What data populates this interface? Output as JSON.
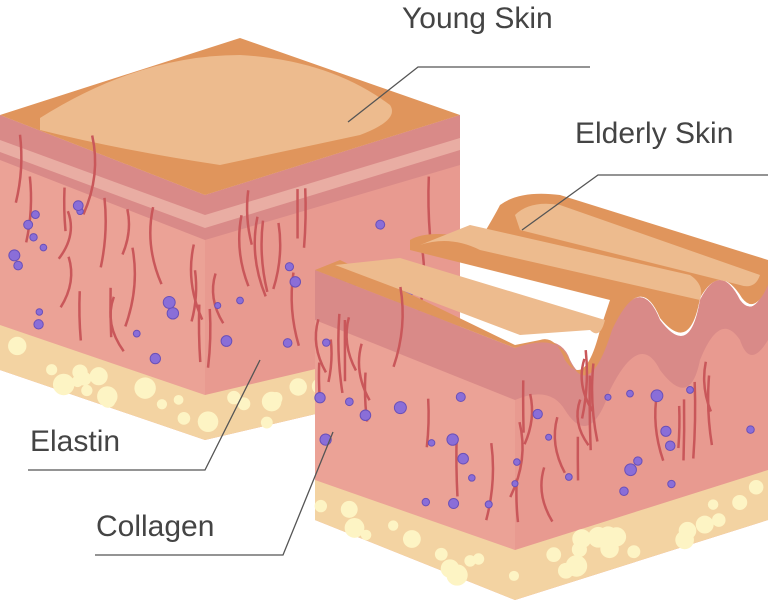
{
  "labels": {
    "young_skin": "Young Skin",
    "elderly_skin": "Elderly Skin",
    "elastin": "Elastin",
    "collagen": "Collagen"
  },
  "colors": {
    "epidermis_dark": "#e0955c",
    "epidermis_light": "#edbb8e",
    "dermis": "#eba296",
    "dermis_band": "#d98a88",
    "fat": "#f3d3a2",
    "fat_cell": "#fdf4c4",
    "collagen_fiber": "#c9575a",
    "elastin_dot": "#8a6ed8",
    "leader_line": "#555555",
    "label_text": "#444444"
  }
}
